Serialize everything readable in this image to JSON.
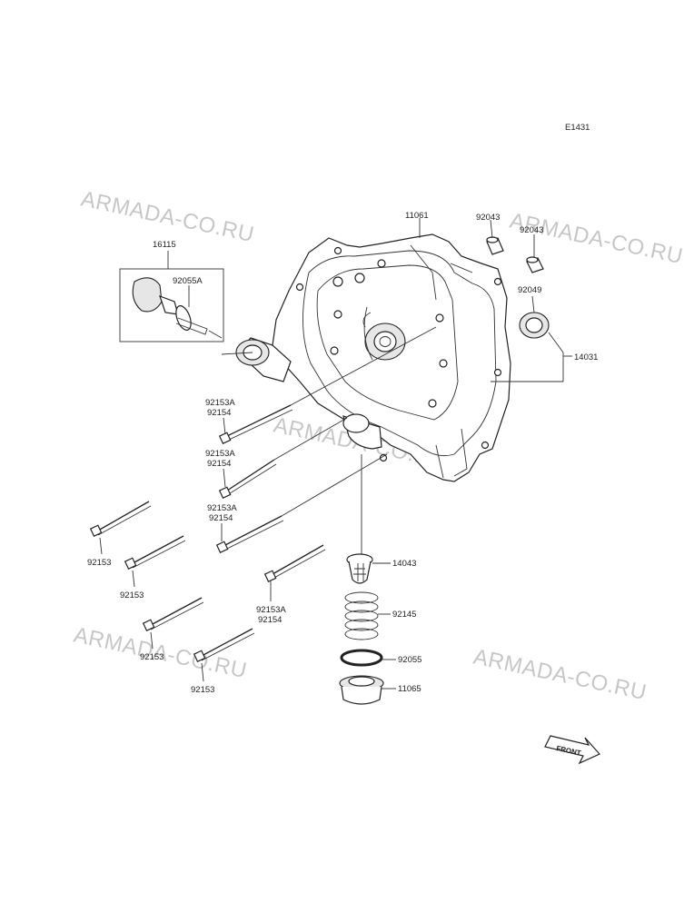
{
  "diagram_code": "E1431",
  "watermark_text": "ARMADA-CO.RU",
  "front_label": "FRONT",
  "labels": {
    "p11061": "11061",
    "p92043a": "92043",
    "p92043b": "92043",
    "p16115": "16115",
    "p92055A": "92055A",
    "p92049": "92049",
    "p14031": "14031",
    "p92153A_1": "92153A",
    "p92154_1": "92154",
    "p92153A_2": "92153A",
    "p92154_2": "92154",
    "p92153A_3": "92153A",
    "p92154_3": "92154",
    "p92153A_4": "92153A",
    "p92154_4": "92154",
    "p92153_1": "92153",
    "p92153_2": "92153",
    "p92153_3": "92153",
    "p92153_4": "92153",
    "p14043": "14043",
    "p92145": "92145",
    "p92055": "92055",
    "p11065": "11065"
  }
}
